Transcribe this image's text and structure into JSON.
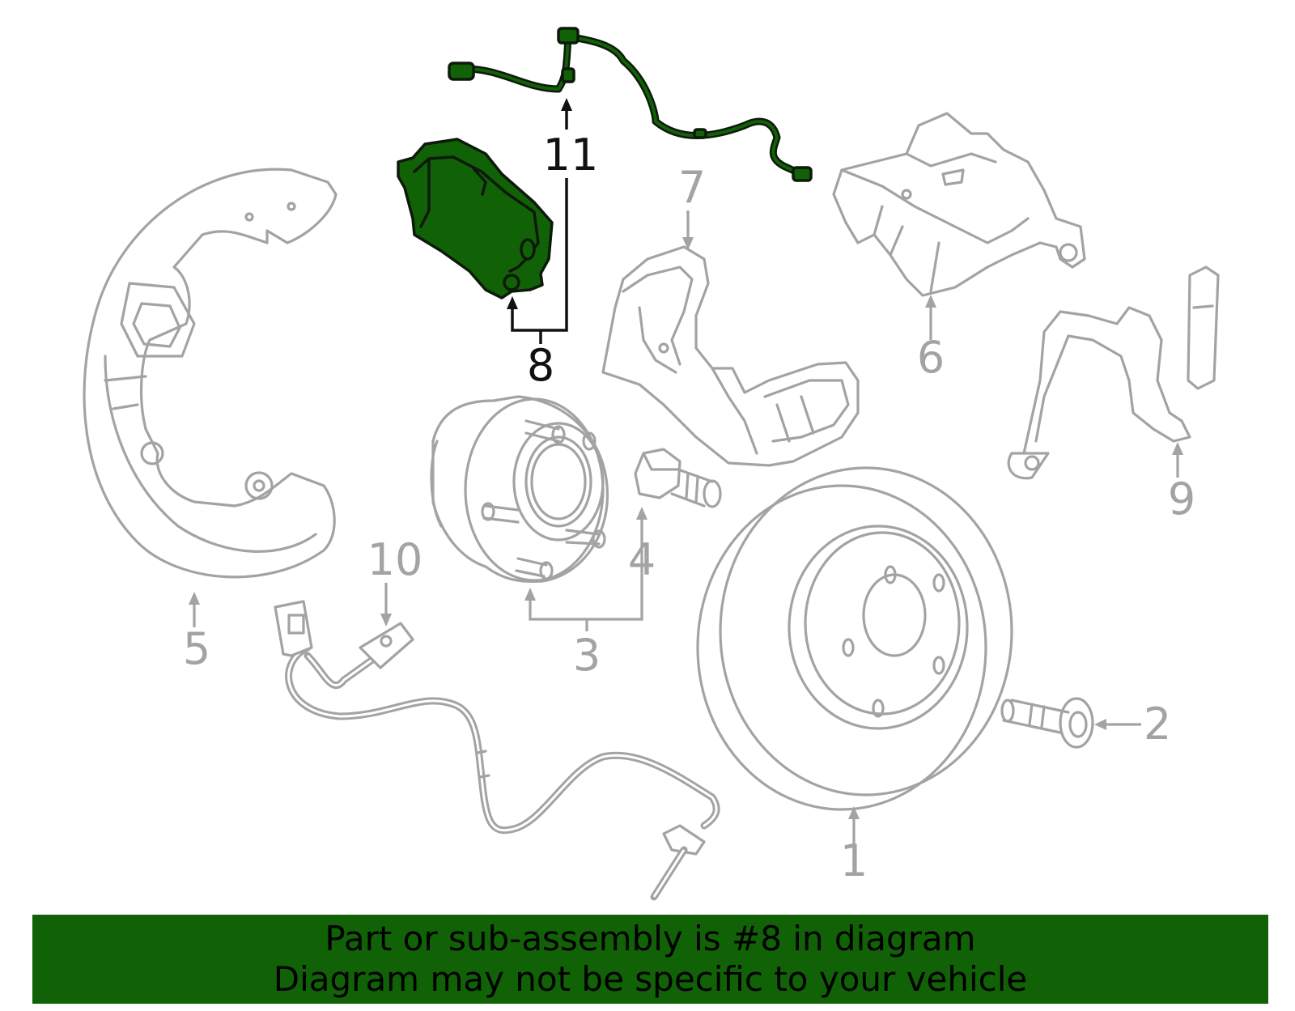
{
  "callouts": {
    "c1": "1",
    "c2": "2",
    "c3": "3",
    "c4": "4",
    "c5": "5",
    "c6": "6",
    "c7": "7",
    "c8": "8",
    "c9": "9",
    "c10": "10",
    "c11": "11"
  },
  "banner": {
    "line1": "Part or sub-assembly is #8 in diagram",
    "line2": "Diagram may not be specific to your vehicle"
  },
  "colors": {
    "highlight": "#116107",
    "parts_outline": "#a3a3a3",
    "highlight_outline": "#0d1a0a"
  }
}
